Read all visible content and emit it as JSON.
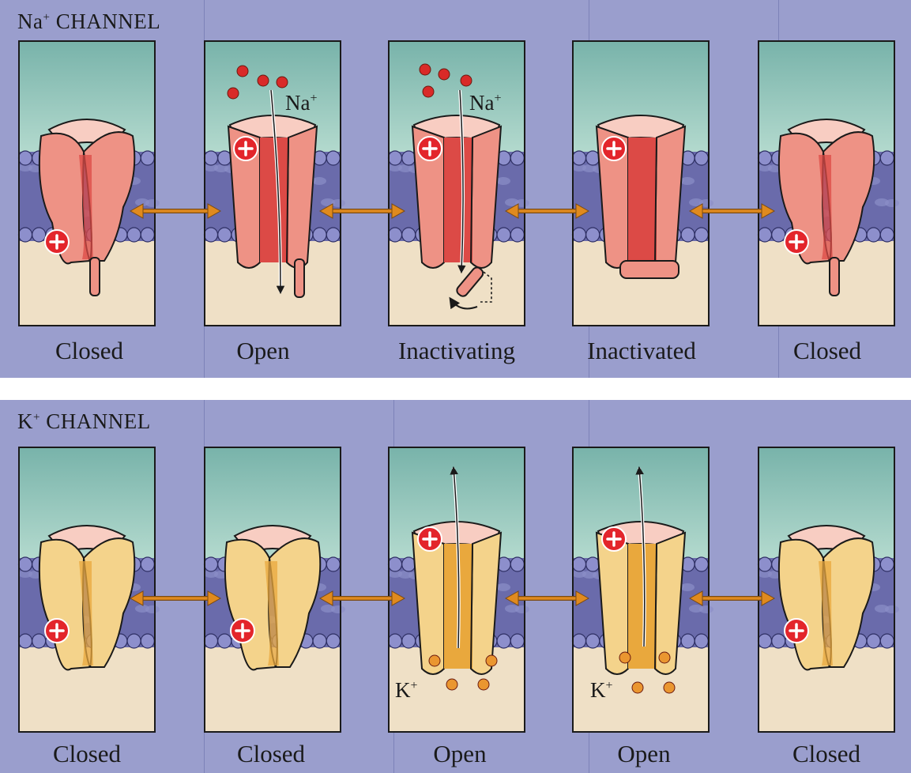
{
  "na_channel": {
    "title": "CHANNEL",
    "ion": "Na",
    "charge": "+",
    "ion_label": "Na",
    "ion_label_charge": "+",
    "states": [
      "Closed",
      "Open",
      "Inactivating",
      "Inactivated",
      "Closed"
    ]
  },
  "k_channel": {
    "title": "CHANNEL",
    "ion": "K",
    "charge": "+",
    "ion_label": "K",
    "ion_label_charge": "+",
    "states": [
      "Closed",
      "Closed",
      "Open",
      "Open",
      "Closed"
    ]
  },
  "colors": {
    "background": "#9a9ecd",
    "extracellular": "#8ec4b6",
    "cytoplasm": "#efe0c6",
    "membrane": "#6a6bab",
    "na_channel": "#ee9285",
    "na_pore": "#dc4a46",
    "k_channel": "#f4d38b",
    "k_pore": "#e9a83d",
    "na_ion": "#d92a28",
    "k_ion": "#ea9630",
    "arrow": "#e08a1e",
    "charge_badge": "#e3252b"
  }
}
